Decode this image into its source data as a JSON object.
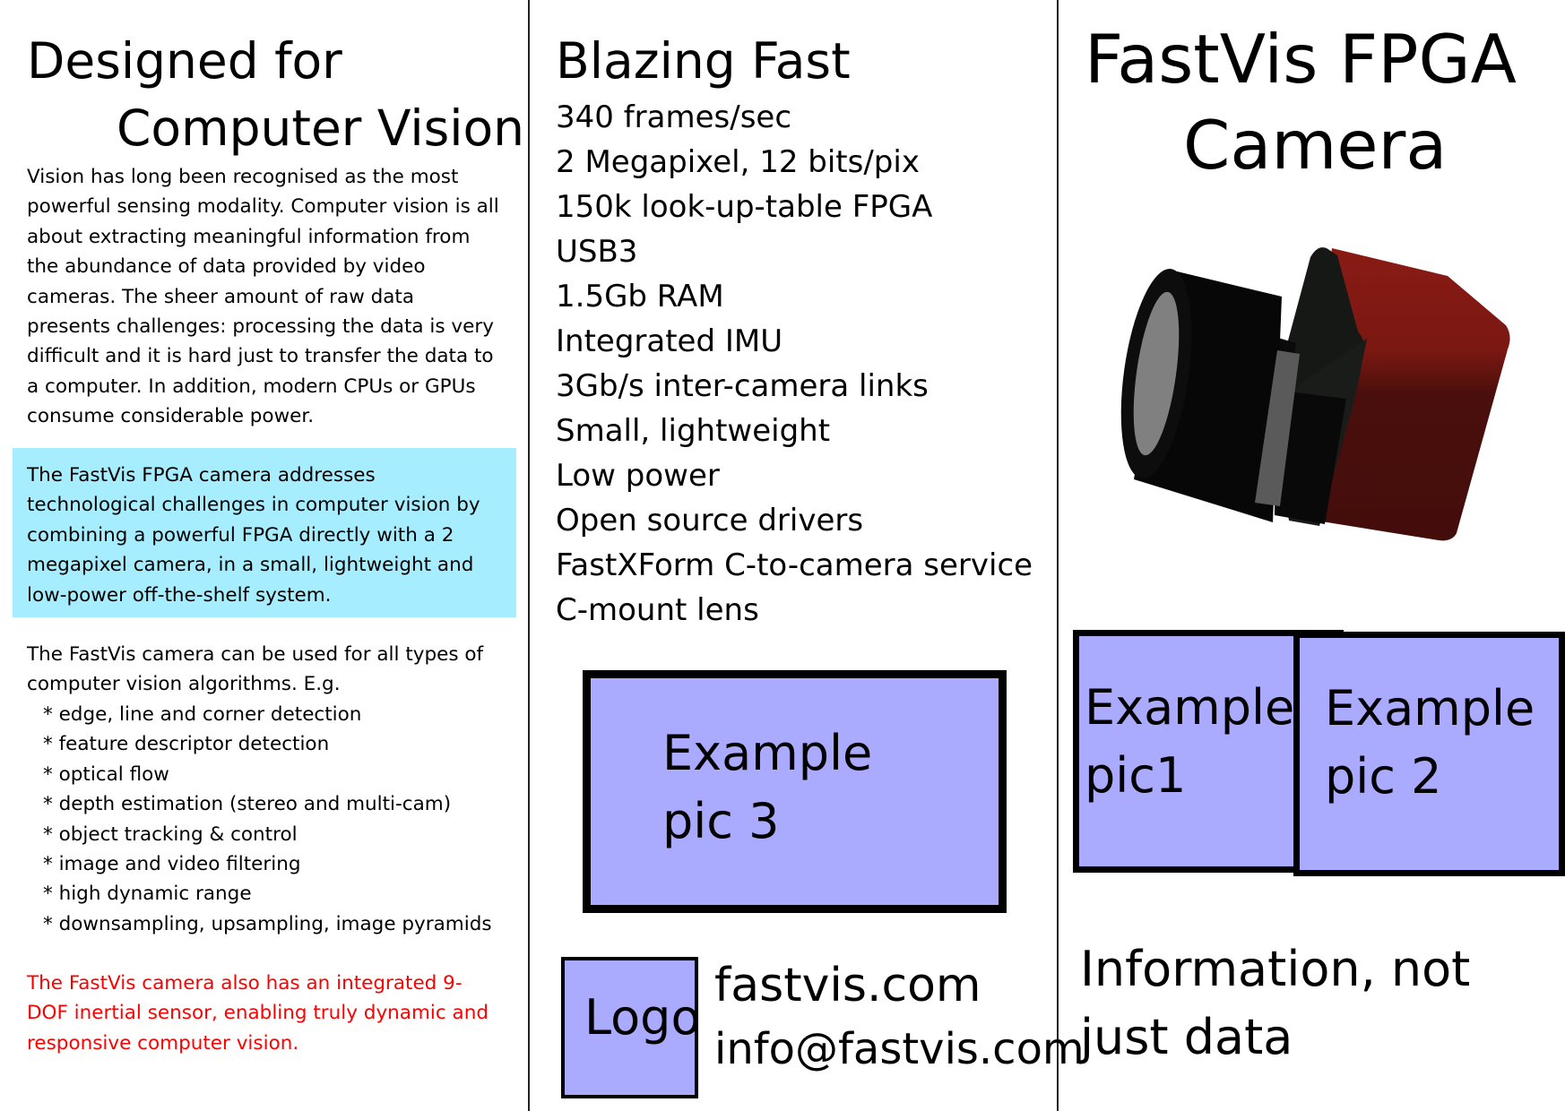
{
  "left": {
    "title_line1": "Designed for",
    "title_line2": "Computer Vision",
    "intro": "Vision has long been recognised as the most powerful sensing modality. Computer vision is all about extracting meaningful information from the abundance of data provided by video cameras.  The sheer amount of raw data presents challenges: processing the data is very difficult and it is hard just to transfer the data to a computer.  In addition, modern CPUs or GPUs consume considerable power.",
    "highlight": "The FastVis FPGA camera addresses technological challenges in computer vision by combining a powerful FPGA directly with a 2 megapixel camera, in a small, lightweight and low-power off-the-shelf system.",
    "uses_intro": "The FastVis camera can be used for all types of computer vision algorithms.  E.g.",
    "uses": [
      "* edge, line and corner detection",
      "* feature descriptor detection",
      "* optical flow",
      "* depth estimation (stereo and multi-cam)",
      "* object tracking & control",
      "* image and video filtering",
      "* high dynamic range",
      "* downsampling, upsampling, image pyramids"
    ],
    "imu_note": "The FastVis camera also has an integrated 9-DOF inertial sensor, enabling truly dynamic and responsive computer vision."
  },
  "middle": {
    "title": "Blazing Fast",
    "features": [
      "340 frames/sec",
      "2 Megapixel, 12 bits/pix",
      "150k look-up-table FPGA",
      "USB3",
      "1.5Gb RAM",
      "Integrated IMU",
      "3Gb/s inter-camera links",
      "Small, lightweight",
      "Low power",
      "Open source drivers",
      "FastXForm C-to-camera service",
      "C-mount lens"
    ],
    "pic3_line1": "Example",
    "pic3_line2": "pic 3",
    "logo": "Logo",
    "website": "fastvis.com",
    "email": "info@fastvis.com"
  },
  "right": {
    "title_line1": "FastVis FPGA",
    "title_line2": "Camera",
    "pic1_line1": "Example",
    "pic1_line2": "pic1",
    "pic2_line1": "Example",
    "pic2_line2": "pic 2",
    "tagline_line1": "Information, not",
    "tagline_line2": "just data"
  },
  "colors": {
    "highlight_bg": "#a6eeff",
    "placeholder_fill": "#aaaaff",
    "imu_text": "#ff0000",
    "camera_body": "#6e1410"
  }
}
